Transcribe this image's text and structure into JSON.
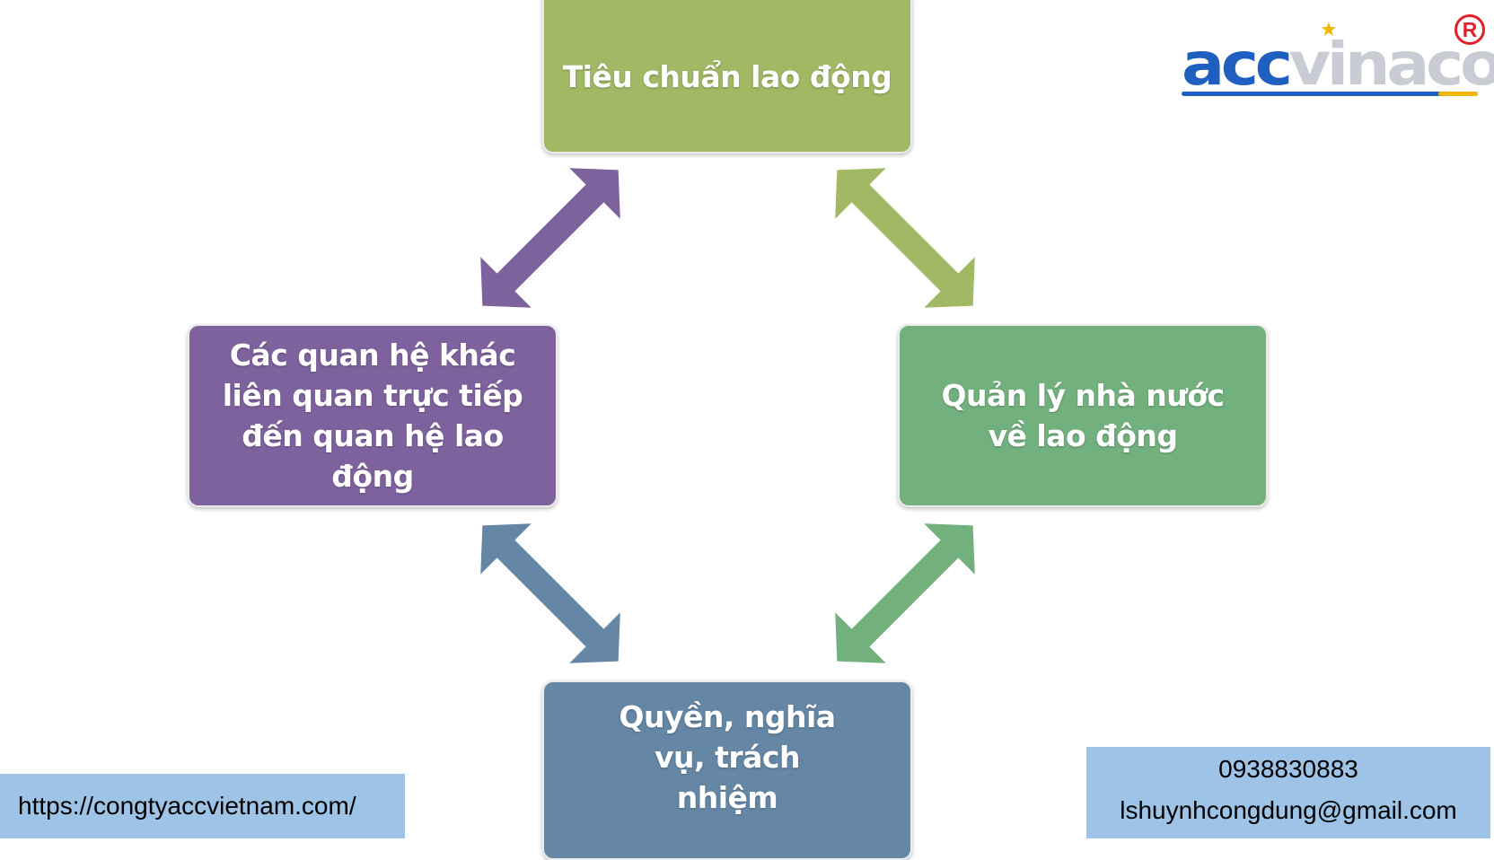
{
  "diagram": {
    "top_label": "Tiêu chuẩn lao động",
    "right_label": "Quản lý nhà nước về lao động",
    "bottom_label": "Quyền, nghĩa vụ, trách nhiệm",
    "left_label": "Các quan hệ khác liên quan trực tiếp đến quan hệ lao động",
    "colors": {
      "top": "#a1b864",
      "right": "#72b17e",
      "bottom": "#6587a5",
      "left": "#7e629e"
    }
  },
  "logo": {
    "text_primary": "acc",
    "text_secondary": "vinaco",
    "registered_mark": "R",
    "star_icon": "star-icon"
  },
  "footer": {
    "url": "https://congtyaccvietnam.com/",
    "phone": "0938830883",
    "email": "lshuynhcongdung@gmail.com"
  }
}
